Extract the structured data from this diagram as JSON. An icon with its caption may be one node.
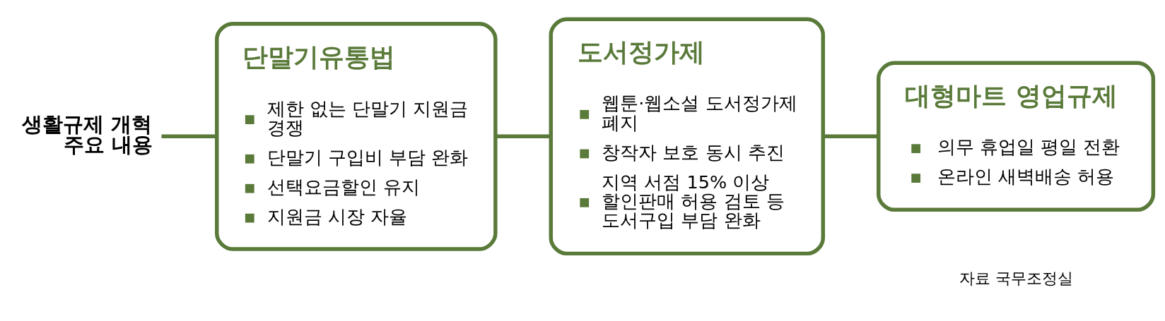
{
  "diagram": {
    "nodes": [
      {
        "text": [
          "생활규제 개혁 주요 내용"
        ]
      },
      {
        "text": [
          "단말기유통법",
          "제한 없는 단말기 지원금 경쟁",
          "단말기 구입비 부담 완화",
          "선택요금할인 유지",
          "지원금 시장 자율"
        ]
      },
      {
        "text": [
          "도서정가제",
          "웹툰·웹소설 도서정가제 폐지",
          "창작자 보호 동시 추진",
          "지역 서점 15% 이상 할인판매 허용 검토 등 도서구입 부담 완화"
        ]
      },
      {
        "text": [
          "대형마트 영업규제",
          "의무 휴업일 평일 전환",
          "온라인 새벽배송 허용"
        ]
      }
    ],
    "edges": [
      {
        "from": 0,
        "to": 1,
        "arrow": "none"
      },
      {
        "from": 1,
        "to": 2,
        "arrow": "none"
      },
      {
        "from": 2,
        "to": 3,
        "arrow": "none"
      }
    ],
    "labels": [
      "자료 국무조정실"
    ]
  }
}
